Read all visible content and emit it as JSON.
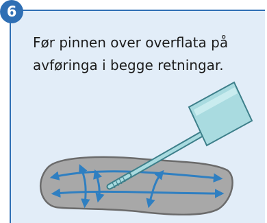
{
  "step": {
    "number": "6",
    "instruction": "Før pinnen over overflata på avføringa i begge retningar."
  },
  "illustration": {
    "subject": "stool-sample-with-collection-stick",
    "colors": {
      "stool": "#a8a8a8",
      "stool_outline": "#6b6b6b",
      "arrows": "#2f7fc1",
      "stick_cap": "#a9dbe0",
      "stick_cap_outline": "#3d7f8a",
      "stick": "#a9dbe0",
      "badge": "#2f6fb4",
      "panel": "#e2edf8"
    }
  }
}
